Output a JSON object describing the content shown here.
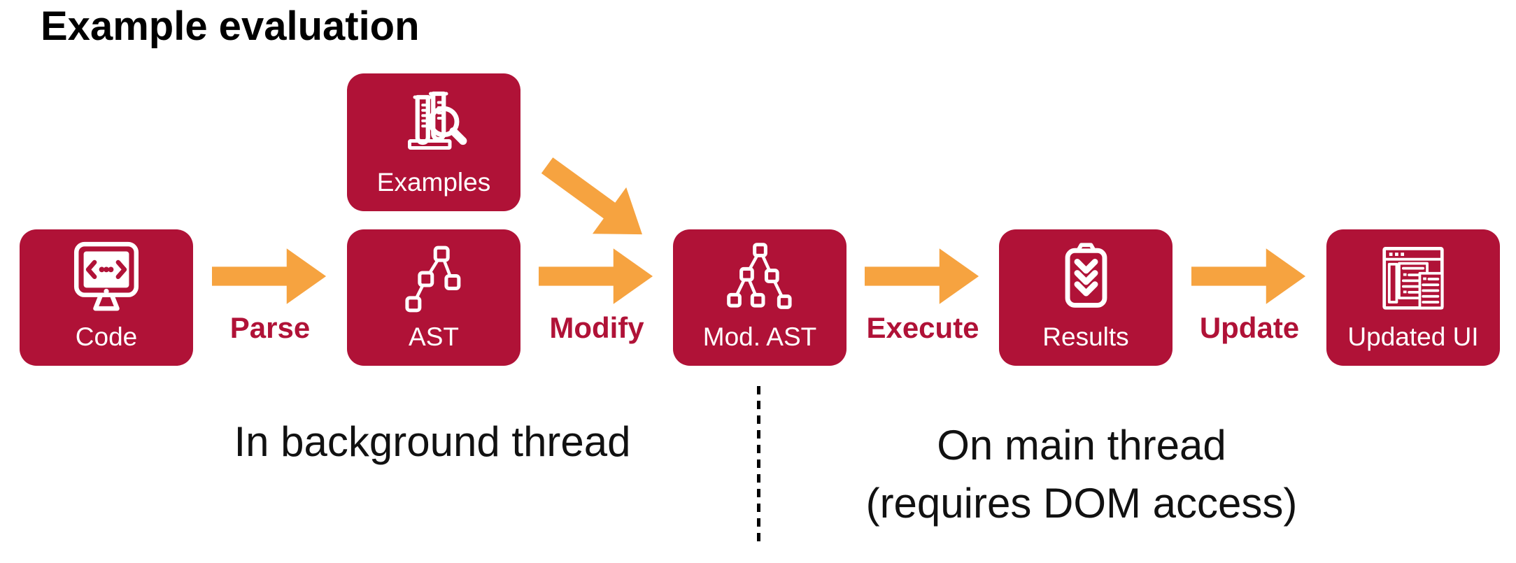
{
  "title": "Example evaluation",
  "colors": {
    "box_fill": "#B01237",
    "arrow_orange": "#F6A340",
    "edge_label_text": "#B01237",
    "caption_text": "#111111",
    "icon_and_box_label": "#FFFFFF",
    "background": "#FFFFFF"
  },
  "nodes": [
    {
      "label": "Code",
      "icon": "monitor-code-icon"
    },
    {
      "label": "Examples",
      "icon": "test-tubes-magnifier-icon"
    },
    {
      "label": "AST",
      "icon": "ast-tree-icon"
    },
    {
      "label": "Mod. AST",
      "icon": "modified-ast-tree-icon"
    },
    {
      "label": "Results",
      "icon": "clipboard-checks-icon"
    },
    {
      "label": "Updated UI",
      "icon": "browser-window-icon"
    }
  ],
  "edges": [
    {
      "label": "Parse"
    },
    {
      "label": "Modify"
    },
    {
      "label": "Execute"
    },
    {
      "label": "Update"
    }
  ],
  "captions": {
    "left": "In background thread",
    "right_line1": "On main thread",
    "right_line2": "(requires DOM access)"
  }
}
